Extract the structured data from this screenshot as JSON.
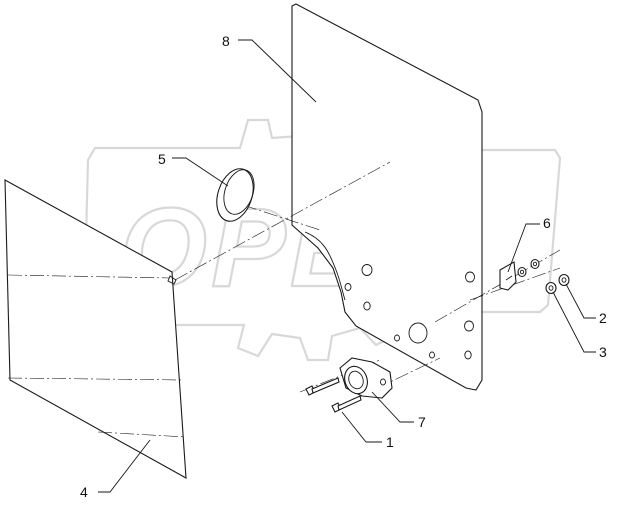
{
  "watermark": {
    "text": "OPEX"
  },
  "callouts": [
    {
      "id": "1",
      "label": "1"
    },
    {
      "id": "2",
      "label": "2"
    },
    {
      "id": "3",
      "label": "3"
    },
    {
      "id": "4",
      "label": "4"
    },
    {
      "id": "5",
      "label": "5"
    },
    {
      "id": "6",
      "label": "6"
    },
    {
      "id": "7",
      "label": "7"
    },
    {
      "id": "8",
      "label": "8"
    }
  ]
}
